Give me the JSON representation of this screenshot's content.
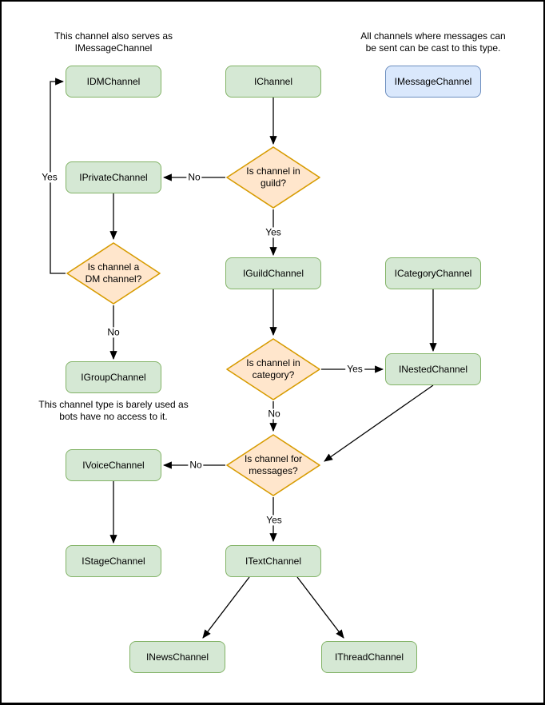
{
  "colors": {
    "node-green-fill": "#d5e8d4",
    "node-green-border": "#82b366",
    "node-blue-fill": "#dae8fc",
    "node-blue-border": "#6c8ebf",
    "decision-fill": "#ffe6cc",
    "decision-border": "#d79b00",
    "edge-color": "#000000"
  },
  "notes": [
    {
      "text": "This channel also serves as\nIMessageChannel"
    },
    {
      "text": "All channels where messages can\nbe sent can be cast to this type."
    },
    {
      "text": "This channel type is barely used as\nbots have no access to it."
    }
  ],
  "nodes": [
    {
      "label": "IDMChannel"
    },
    {
      "label": "IChannel"
    },
    {
      "label": "IMessageChannel"
    },
    {
      "label": "IPrivateChannel"
    },
    {
      "label": "IGuildChannel"
    },
    {
      "label": "ICategoryChannel"
    },
    {
      "label": "IGroupChannel"
    },
    {
      "label": "INestedChannel"
    },
    {
      "label": "IVoiceChannel"
    },
    {
      "label": "IStageChannel"
    },
    {
      "label": "ITextChannel"
    },
    {
      "label": "INewsChannel"
    },
    {
      "label": "IThreadChannel"
    }
  ],
  "decisions": [
    {
      "label": "Is channel in\nguild?"
    },
    {
      "label": "Is channel a\nDM channel?"
    },
    {
      "label": "Is channel in\ncategory?"
    },
    {
      "label": "Is channel for\nmessages?"
    }
  ],
  "edge_labels": [
    {
      "text": "Yes"
    },
    {
      "text": "No"
    },
    {
      "text": "Yes"
    },
    {
      "text": "No"
    },
    {
      "text": "Yes"
    },
    {
      "text": "No"
    },
    {
      "text": "No"
    },
    {
      "text": "Yes"
    }
  ]
}
